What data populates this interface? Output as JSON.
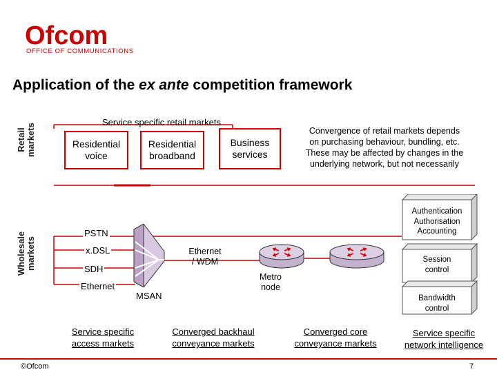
{
  "logo": {
    "name": "Ofcom",
    "tagline": "OFFICE OF COMMUNICATIONS"
  },
  "title": {
    "prefix": "Application of the ",
    "emphasis": "ex ante",
    "suffix": " competition framework"
  },
  "side_labels": {
    "retail": [
      "Retail",
      "markets"
    ],
    "wholesale": [
      "Wholesale",
      "markets"
    ]
  },
  "retail": {
    "heading": "Service specific retail markets",
    "boxes": [
      [
        "Residential",
        "voice"
      ],
      [
        "Residential",
        "broadband"
      ],
      [
        "Business",
        "services"
      ]
    ],
    "convergence_note": [
      "Convergence of retail markets depends",
      "on purchasing behaviour, bundling, etc.",
      "These may be affected by changes in the",
      "underlying network, but not necessarily"
    ]
  },
  "access": {
    "items": [
      "PSTN",
      "x.DSL",
      "SDH",
      "Ethernet"
    ],
    "msan": "MSAN"
  },
  "backhaul": {
    "label": [
      "Ethernet",
      "/ WDM"
    ]
  },
  "metro": {
    "label": [
      "Metro",
      "node"
    ]
  },
  "intelligence": {
    "auth": [
      "Authentication",
      "Authorisation",
      "Accounting"
    ],
    "session": [
      "Session",
      "control"
    ],
    "bandwidth": [
      "Bandwidth",
      "control"
    ]
  },
  "bottom_labels": [
    [
      "Service specific",
      "access markets"
    ],
    [
      "Converged backhaul",
      "conveyance markets"
    ],
    [
      "Converged core",
      "conveyance markets"
    ],
    [
      "Service specific",
      "network intelligence"
    ]
  ],
  "footer": {
    "copyright": "©Ofcom",
    "page": "7"
  },
  "colors": {
    "accent": "#cc0000",
    "router_top": "#ddcfe4",
    "router_side": "#c5b2cf",
    "msan": "#d8c8e2"
  }
}
